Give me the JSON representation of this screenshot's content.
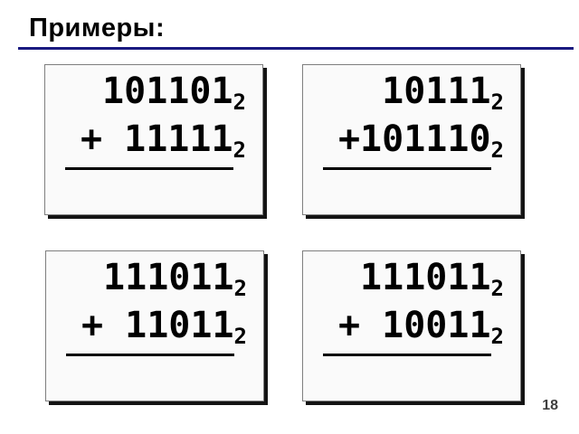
{
  "slide": {
    "title": "Примеры:",
    "page_number": "18",
    "accent_color": "#1a1a80"
  },
  "problems": [
    {
      "addend_top": "101101",
      "addend_bottom": "+ 11111",
      "base": "2"
    },
    {
      "addend_top": "10111",
      "addend_bottom": "+101110",
      "base": "2"
    },
    {
      "addend_top": "111011",
      "addend_bottom": "+ 11011",
      "base": "2"
    },
    {
      "addend_top": "111011",
      "addend_bottom": "+ 10011",
      "base": "2"
    }
  ]
}
